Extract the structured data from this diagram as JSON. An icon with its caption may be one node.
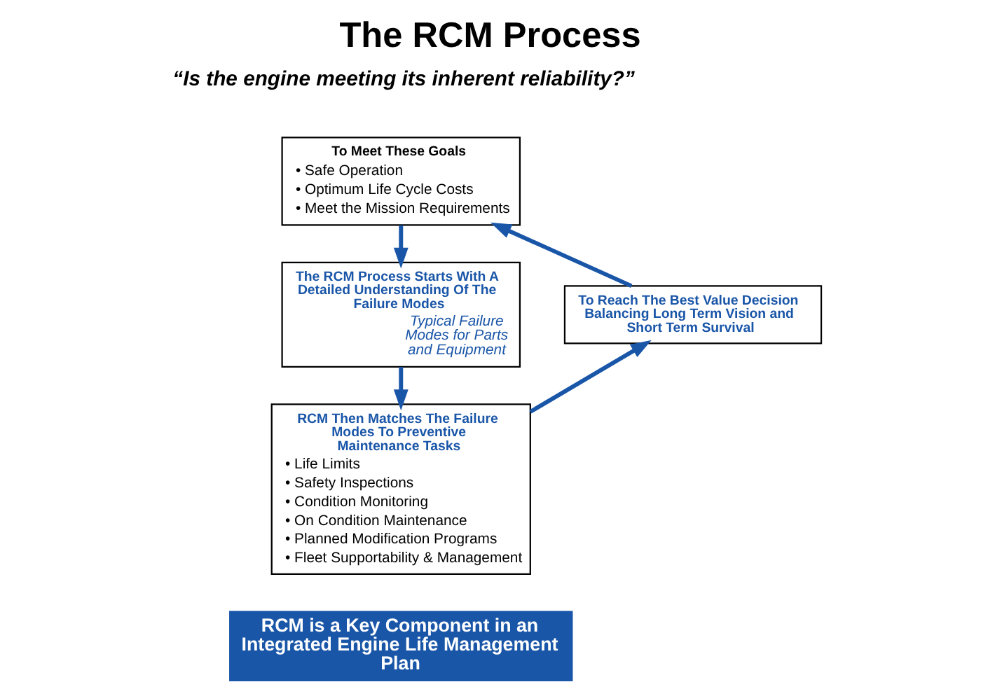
{
  "diagram": {
    "title": "The RCM Process",
    "nodes": [
      {
        "text": [
          "To Meet These Goals",
          "• Safe Operation",
          "• Optimum Life Cycle Costs",
          "• Meet the Mission Requirements"
        ]
      },
      {
        "text": [
          "To Reach The Best Value Decision Balancing Long Term Vision and Short Term Survival"
        ]
      },
      {
        "text": [
          "The RCM Process Starts With A Detailed Understanding Of The Failure Modes",
          "Typical Failure Modes for Parts and Equipment"
        ]
      },
      {
        "text": [
          "RCM Then Matches The Failure Modes To Preventive Maintenance Tasks",
          "• Life Limits",
          "• Safety Inspections",
          "• Condition Monitoring",
          "• On Condition Maintenance",
          "• Planned Modification Programs",
          "• Fleet Supportability & Management"
        ]
      }
    ],
    "edges": [
      {
        "from": 1,
        "to": 0,
        "arrow": "to"
      },
      {
        "from": 0,
        "to": 2,
        "arrow": "to"
      },
      {
        "from": 2,
        "to": 3,
        "arrow": "to"
      },
      {
        "from": 3,
        "to": 1,
        "arrow": "to"
      }
    ],
    "labels": [
      "“Is the engine meeting its inherent reliability?”",
      "RCM is a Key Component in an Integrated Engine Life Management Plan"
    ]
  }
}
